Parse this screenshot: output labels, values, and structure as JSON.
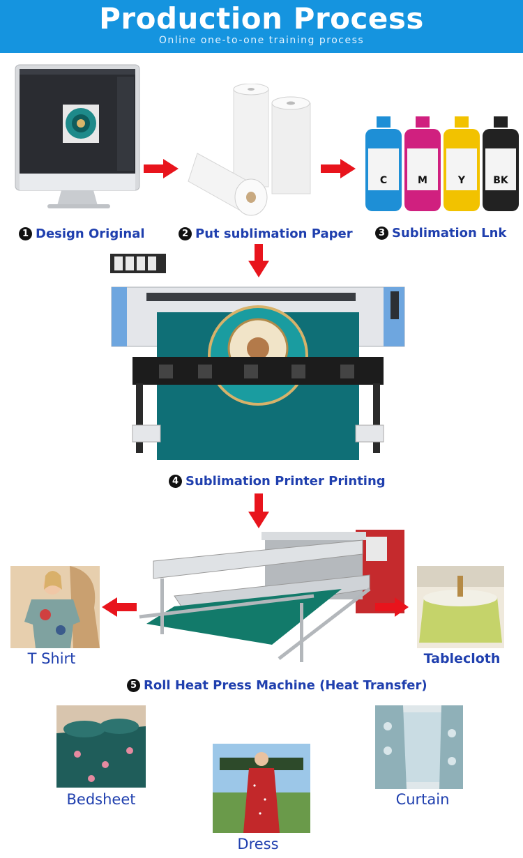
{
  "header": {
    "title": "Production Process",
    "subtitle": "Online one-to-one training process"
  },
  "steps": [
    {
      "number": "1",
      "label": "Design Original"
    },
    {
      "number": "2",
      "label": "Put sublimation Paper"
    },
    {
      "number": "3",
      "label": "Sublimation Lnk"
    },
    {
      "number": "4",
      "label": "Sublimation Printer Printing"
    },
    {
      "number": "5",
      "label": "Roll Heat Press Machine (Heat Transfer)"
    }
  ],
  "ink_bottles": [
    {
      "letter": "C",
      "color": "#1e8fd6"
    },
    {
      "letter": "M",
      "color": "#d0207f"
    },
    {
      "letter": "Y",
      "color": "#f2c200"
    },
    {
      "letter": "BK",
      "color": "#222222"
    }
  ],
  "products": {
    "tshirt": "T Shirt",
    "tablecloth": "Tablecloth",
    "bedsheet": "Bedsheet",
    "dress": "Dress",
    "curtain": "Curtain"
  },
  "colors": {
    "banner": "#1594df",
    "arrow": "#e8141c",
    "label": "#1f3fae"
  }
}
